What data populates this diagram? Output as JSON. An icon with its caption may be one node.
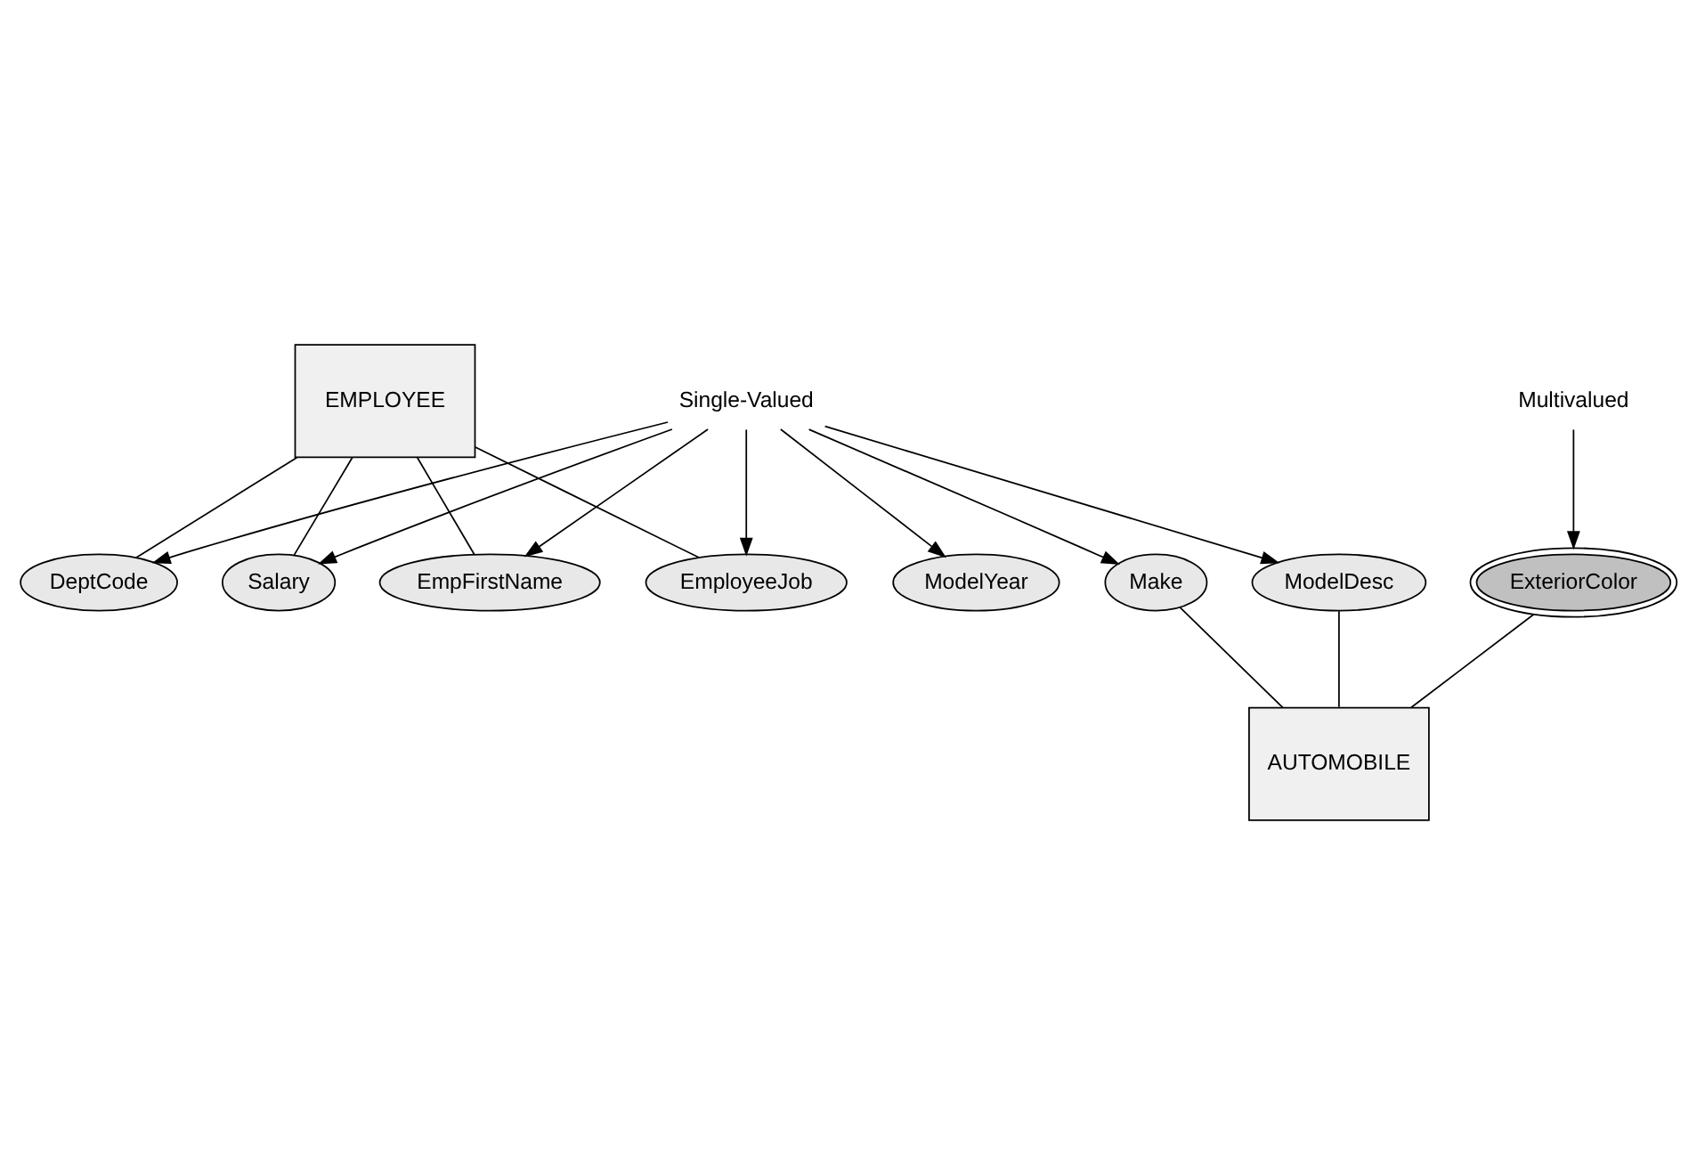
{
  "diagram": {
    "nodes": [
      {
        "text": [
          "EMPLOYEE"
        ]
      },
      {
        "text": [
          "EmpFirstName"
        ]
      },
      {
        "text": [
          "EmployeeJob"
        ]
      },
      {
        "text": [
          "DeptCode"
        ]
      },
      {
        "text": [
          "Salary"
        ]
      },
      {
        "text": [
          "Single-Valued"
        ]
      },
      {
        "text": [
          "Multivalued"
        ]
      },
      {
        "text": [
          "ModelYear"
        ]
      },
      {
        "text": [
          "ModelDesc"
        ]
      },
      {
        "text": [
          "ExteriorColor"
        ]
      },
      {
        "text": [
          "Make"
        ]
      },
      {
        "text": [
          "AUTOMOBILE"
        ]
      }
    ],
    "edges": [
      {
        "from": 0,
        "to": 1,
        "arrow": "none"
      },
      {
        "from": 0,
        "to": 2,
        "arrow": "none"
      },
      {
        "from": 0,
        "to": 3,
        "arrow": "none"
      },
      {
        "from": 0,
        "to": 4,
        "arrow": "none"
      },
      {
        "from": 5,
        "to": 1,
        "arrow": "to"
      },
      {
        "from": 5,
        "to": 2,
        "arrow": "to"
      },
      {
        "from": 5,
        "to": 3,
        "arrow": "to"
      },
      {
        "from": 5,
        "to": 4,
        "arrow": "to"
      },
      {
        "from": 5,
        "to": 7,
        "arrow": "to"
      },
      {
        "from": 5,
        "to": 8,
        "arrow": "to"
      },
      {
        "from": 5,
        "to": 10,
        "arrow": "to"
      },
      {
        "from": 6,
        "to": 9,
        "arrow": "to"
      },
      {
        "from": 10,
        "to": 11,
        "arrow": "none"
      },
      {
        "from": 8,
        "to": 11,
        "arrow": "none"
      },
      {
        "from": 9,
        "to": 11,
        "arrow": "none"
      }
    ]
  }
}
